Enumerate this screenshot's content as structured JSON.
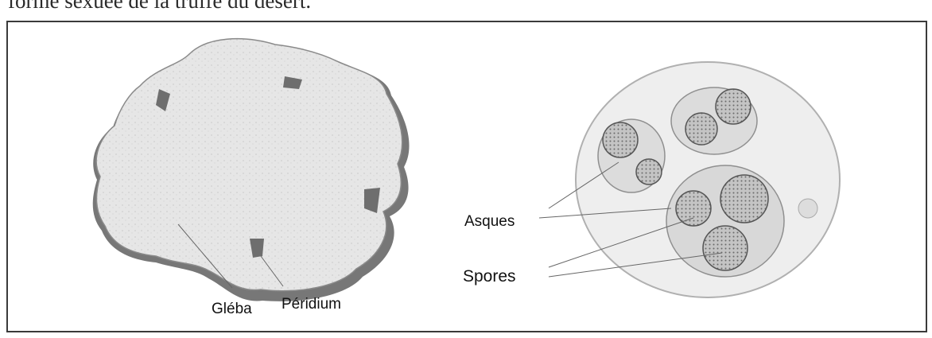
{
  "header_text": "forme sexuée de la truffe du désert.",
  "labels": {
    "gleba": "Gléba",
    "peridium": "Péridium",
    "asques": "Asques",
    "spores": "Spores"
  }
}
